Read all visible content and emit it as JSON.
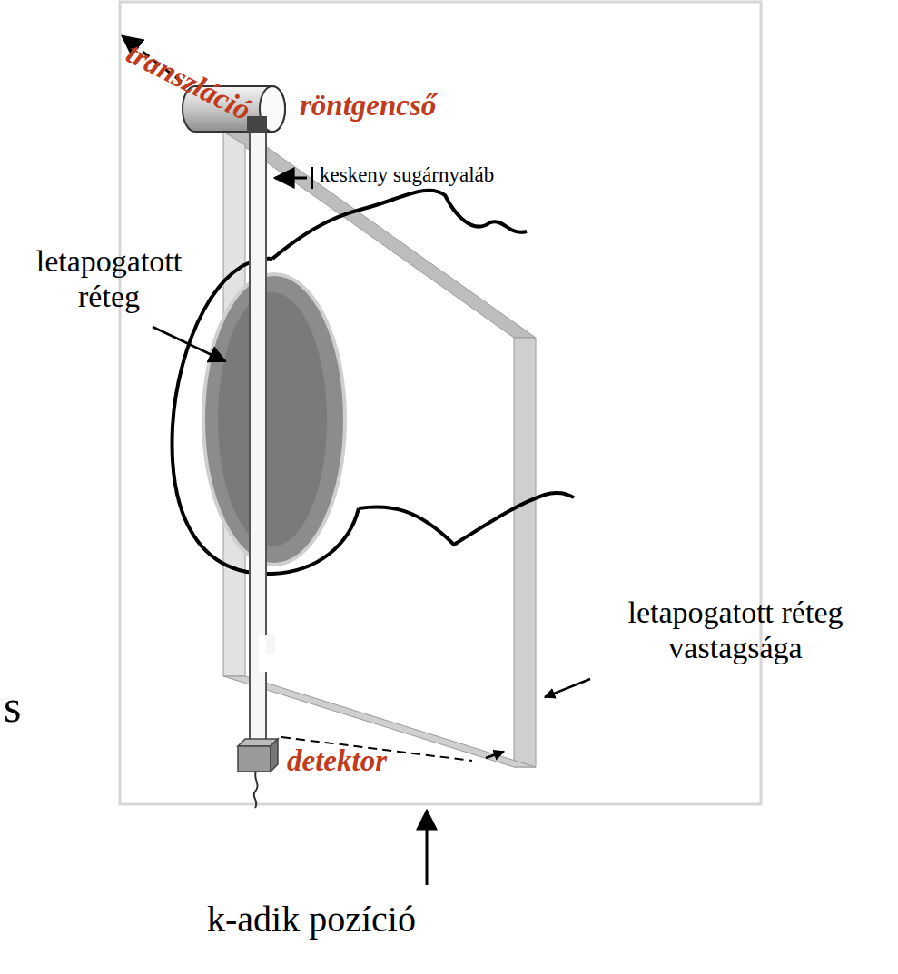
{
  "diagram": {
    "labels": [
      "transzláció",
      "röntgencső",
      "keskeny sugárnyaláb",
      "letapogatott réteg",
      "letapogatott réteg vastagsága",
      "detektor",
      "k-adik pozíció",
      "s"
    ]
  }
}
